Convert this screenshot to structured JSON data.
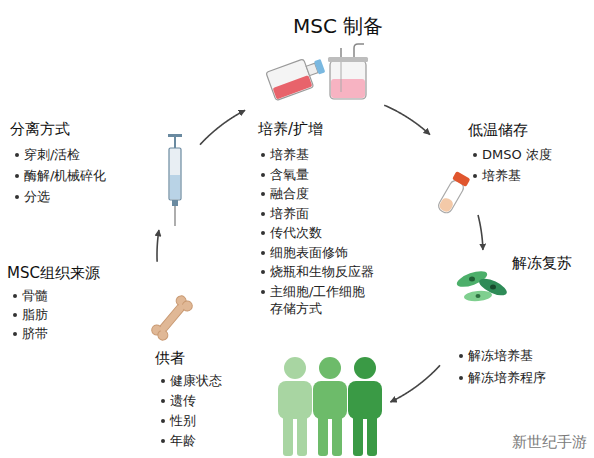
{
  "diagram": {
    "title": "MSC 制备",
    "nodes": [
      {
        "text": [
          "培养/扩增",
          "培养基",
          "含氧量",
          "融合度",
          "培养面",
          "传代次数",
          "细胞表面修饰",
          "烧瓶和生物反应器",
          "主细胞/工作细胞 存储方式"
        ]
      },
      {
        "text": [
          "低温储存",
          "DMSO 浓度",
          "培养基"
        ]
      },
      {
        "text": [
          "解冻复苏",
          "解冻培养基",
          "解冻培养程序"
        ]
      },
      {
        "text": [
          "供者",
          "健康状态",
          "遗传",
          "性别",
          "年龄"
        ]
      },
      {
        "text": [
          "MSC组织来源",
          "骨髓",
          "脂肪",
          "脐带"
        ]
      },
      {
        "text": [
          "分离方式",
          "穿刺/活检",
          "酶解/机械碎化",
          "分选"
        ]
      }
    ],
    "edges": [
      {
        "from": 5,
        "to": 0,
        "arrow": "to"
      },
      {
        "from": 0,
        "to": 1,
        "arrow": "to"
      },
      {
        "from": 1,
        "to": 2,
        "arrow": "to"
      },
      {
        "from": 2,
        "to": 3,
        "arrow": "to"
      },
      {
        "from": 4,
        "to": 5,
        "arrow": "to"
      }
    ],
    "labels": [
      "新世纪手游"
    ]
  }
}
